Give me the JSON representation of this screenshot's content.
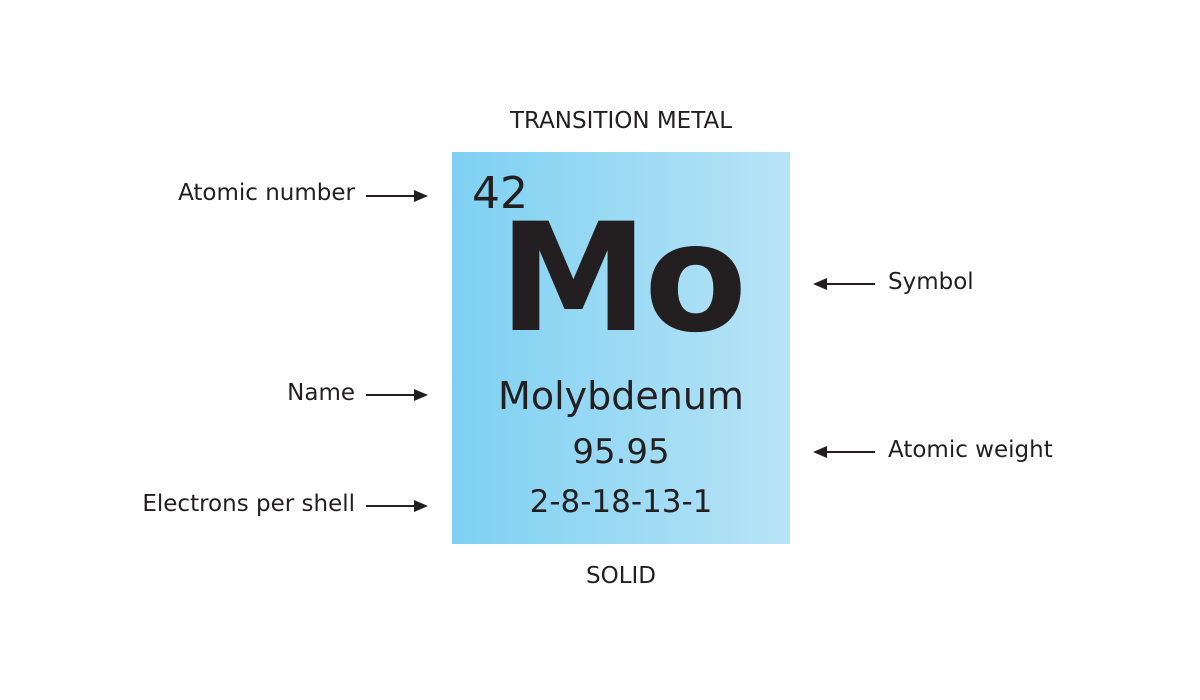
{
  "element": {
    "category": "TRANSITION METAL",
    "atomic_number": "42",
    "symbol": "Mo",
    "name": "Molybdenum",
    "atomic_weight": "95.95",
    "electrons_per_shell": "2-8-18-13-1",
    "state": "SOLID",
    "tile_gradient": [
      "#7ed0f2",
      "#b8e4f6"
    ]
  },
  "annotations": {
    "left": [
      {
        "label": "Atomic number"
      },
      {
        "label": "Name"
      },
      {
        "label": "Electrons per shell"
      }
    ],
    "right": [
      {
        "label": "Symbol"
      },
      {
        "label": "Atomic weight"
      }
    ]
  }
}
